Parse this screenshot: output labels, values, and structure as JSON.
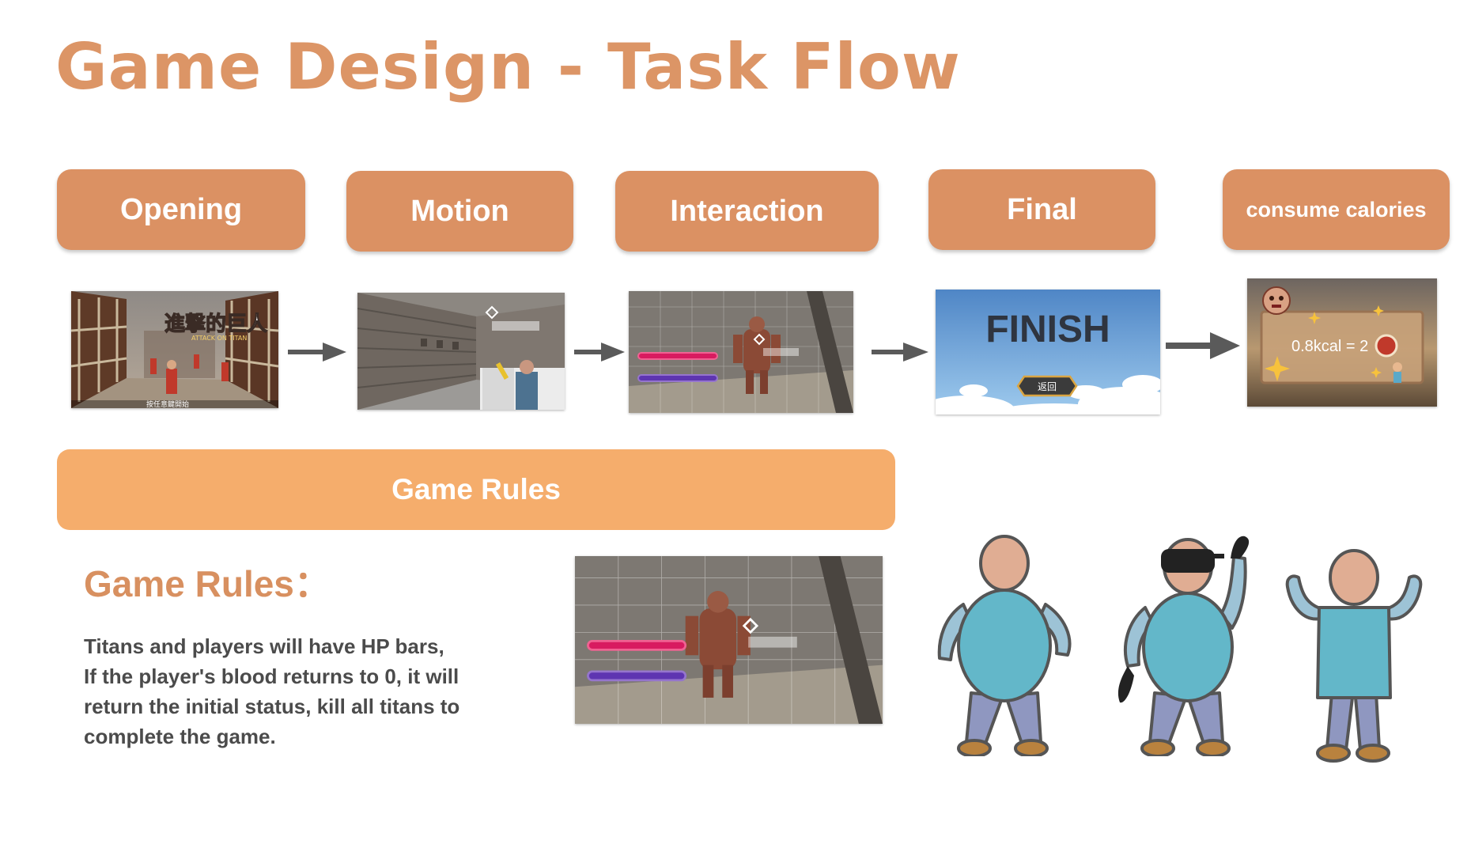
{
  "title": "Game Design - Task Flow",
  "flow": {
    "steps": [
      {
        "label": "Opening"
      },
      {
        "label": "Motion"
      },
      {
        "label": "Interaction"
      },
      {
        "label": "Final"
      },
      {
        "label": "consume calories"
      }
    ],
    "screens": {
      "opening": {
        "logo_text": "進撃的巨人",
        "logo_subtitle": "ATTACK ON TITAN",
        "prompt_text": "按任意鍵開始"
      },
      "final": {
        "finish_text": "FINISH",
        "button_text": "返回"
      },
      "calories": {
        "kcal_text": "0.8kcal = 2"
      }
    }
  },
  "rules": {
    "bar_label": "Game Rules",
    "heading": "Game Rules：",
    "lines": [
      "Titans and players will have HP bars,",
      "If the player's blood returns to 0, it will",
      "return the initial status, kill all titans to",
      "complete the game."
    ]
  },
  "colors": {
    "step_fill": "#db9163",
    "rules_bar_fill": "#f5ad6c",
    "title_text": "#dc9566",
    "arrow": "#5a5a5a"
  }
}
